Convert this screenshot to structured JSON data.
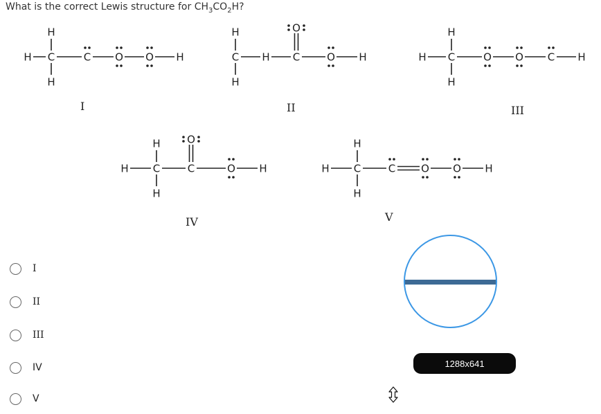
{
  "question": {
    "prefix": "What is the correct Lewis structure for CH",
    "sub1": "3",
    "mid": "CO",
    "sub2": "2",
    "suffix": "H?"
  },
  "structures": [
    {
      "label": "I"
    },
    {
      "label": "II"
    },
    {
      "label": "III"
    },
    {
      "label": "IV"
    },
    {
      "label": "V"
    }
  ],
  "atoms": {
    "hydrogen": "H",
    "carbon": "C",
    "oxygen": "O"
  },
  "options": [
    {
      "label": "I"
    },
    {
      "label": "II"
    },
    {
      "label": "III"
    },
    {
      "label": "IV"
    },
    {
      "label": "V"
    }
  ],
  "overlay": {
    "size_badge": "1288x641",
    "magnifier_color": "#3b97e5",
    "bar_color": "#3d6a95"
  },
  "icons": {
    "cursor": "vertical-resize-icon"
  }
}
